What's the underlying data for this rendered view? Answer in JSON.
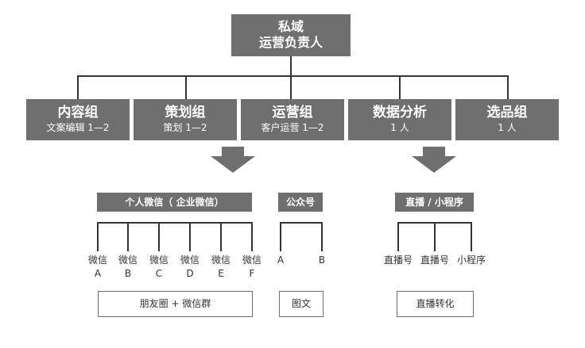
{
  "root": {
    "line1": "私域",
    "line2": "运营负责人"
  },
  "departments": [
    {
      "name": "内容组",
      "detail": "文案编辑 1—2"
    },
    {
      "name": "策划组",
      "detail": "策划 1—2"
    },
    {
      "name": "运营组",
      "detail": "客户运营 1—2"
    },
    {
      "name": "数据分析",
      "detail": "1 人"
    },
    {
      "name": "选品组",
      "detail": "1 人"
    }
  ],
  "channels": {
    "wechat": {
      "label": "个人微信（ 企业微信）",
      "items": [
        {
          "top": "微信",
          "bottom": "A"
        },
        {
          "top": "微信",
          "bottom": "B"
        },
        {
          "top": "微信",
          "bottom": "C"
        },
        {
          "top": "微信",
          "bottom": "D"
        },
        {
          "top": "微信",
          "bottom": "E"
        },
        {
          "top": "微信",
          "bottom": "F"
        }
      ],
      "result": "朋友圈 + 微信群"
    },
    "official": {
      "label": "公众号",
      "items": [
        {
          "top": "A"
        },
        {
          "top": "B"
        }
      ],
      "result": "图文"
    },
    "live": {
      "label": "直播 / 小程序",
      "items": [
        {
          "top": "直播号"
        },
        {
          "top": "直播号"
        },
        {
          "top": "小程序"
        }
      ],
      "result": "直播转化"
    }
  }
}
